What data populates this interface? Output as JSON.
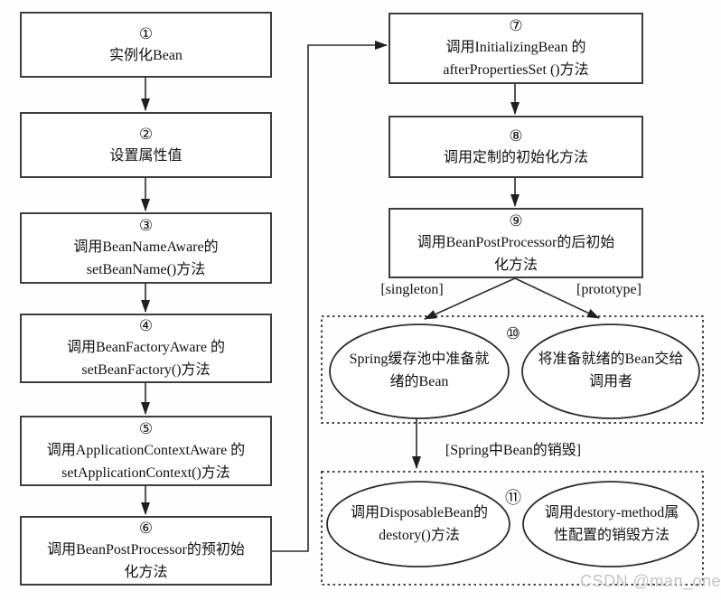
{
  "diagram": {
    "boxes": [
      {
        "num": "①",
        "line1": "实例化Bean",
        "line2": ""
      },
      {
        "num": "②",
        "line1": "设置属性值",
        "line2": ""
      },
      {
        "num": "③",
        "line1": "调用BeanNameAware的",
        "line2": "setBeanName()方法"
      },
      {
        "num": "④",
        "line1": "调用BeanFactoryAware 的",
        "line2": "setBeanFactory()方法"
      },
      {
        "num": "⑤",
        "line1": "调用ApplicationContextAware 的",
        "line2": "setApplicationContext()方法"
      },
      {
        "num": "⑥",
        "line1": "调用BeanPostProcessor的预初始",
        "line2": "化方法"
      },
      {
        "num": "⑦",
        "line1": "调用InitializingBean 的",
        "line2": "afterPropertiesSet ()方法"
      },
      {
        "num": "⑧",
        "line1": "调用定制的初始化方法",
        "line2": ""
      },
      {
        "num": "⑨",
        "line1": "调用BeanPostProcessor的后初始",
        "line2": "化方法"
      }
    ],
    "branch_labels": {
      "singleton": "[singleton]",
      "prototype": "[prototype]"
    },
    "pool_group": {
      "num": "⑩",
      "left_ellipse": {
        "line1": "Spring缓存池中准备就",
        "line2": "绪的Bean"
      },
      "right_ellipse": {
        "line1": "将准备就绪的Bean交给",
        "line2": "调用者"
      }
    },
    "destroy_label": "[Spring中Bean的销毁]",
    "destroy_group": {
      "num": "⑪",
      "left_ellipse": {
        "line1": "调用DisposableBean的",
        "line2": "destory()方法"
      },
      "right_ellipse": {
        "line1": "调用destory-method属",
        "line2": "性配置的销毁方法"
      }
    },
    "watermark": "CSDN @man_one",
    "colors": {
      "box_border": "#3d3d3d",
      "line": "#2b2b2b",
      "text": "#111111",
      "watermark": "#c4c4c4",
      "background": "#fefefe"
    }
  }
}
